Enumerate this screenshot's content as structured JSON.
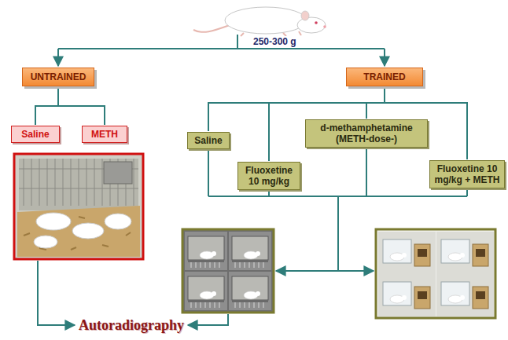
{
  "diagram": {
    "nodes": [
      {
        "text": [
          "UNTRAINED"
        ]
      },
      {
        "text": [
          "TRAINED"
        ]
      },
      {
        "text": [
          "Saline"
        ]
      },
      {
        "text": [
          "METH"
        ]
      },
      {
        "text": [
          "Saline"
        ]
      },
      {
        "text": [
          "d-methamphetamine (METH-dose-)"
        ]
      },
      {
        "text": [
          "Fluoxetine 10 mg/kg"
        ]
      },
      {
        "text": [
          "Fluoxetine 10 mg/kg + METH"
        ]
      },
      {
        "text": [
          "Autoradiography"
        ]
      }
    ],
    "edges": [
      {
        "from": 0,
        "to": 2,
        "arrow": "none"
      },
      {
        "from": 0,
        "to": 3,
        "arrow": "none"
      },
      {
        "from": 1,
        "to": 4,
        "arrow": "none"
      },
      {
        "from": 1,
        "to": 5,
        "arrow": "none"
      },
      {
        "from": 1,
        "to": 6,
        "arrow": "none"
      },
      {
        "from": 1,
        "to": 7,
        "arrow": "none"
      }
    ],
    "labels": [
      "250-300 g"
    ]
  }
}
